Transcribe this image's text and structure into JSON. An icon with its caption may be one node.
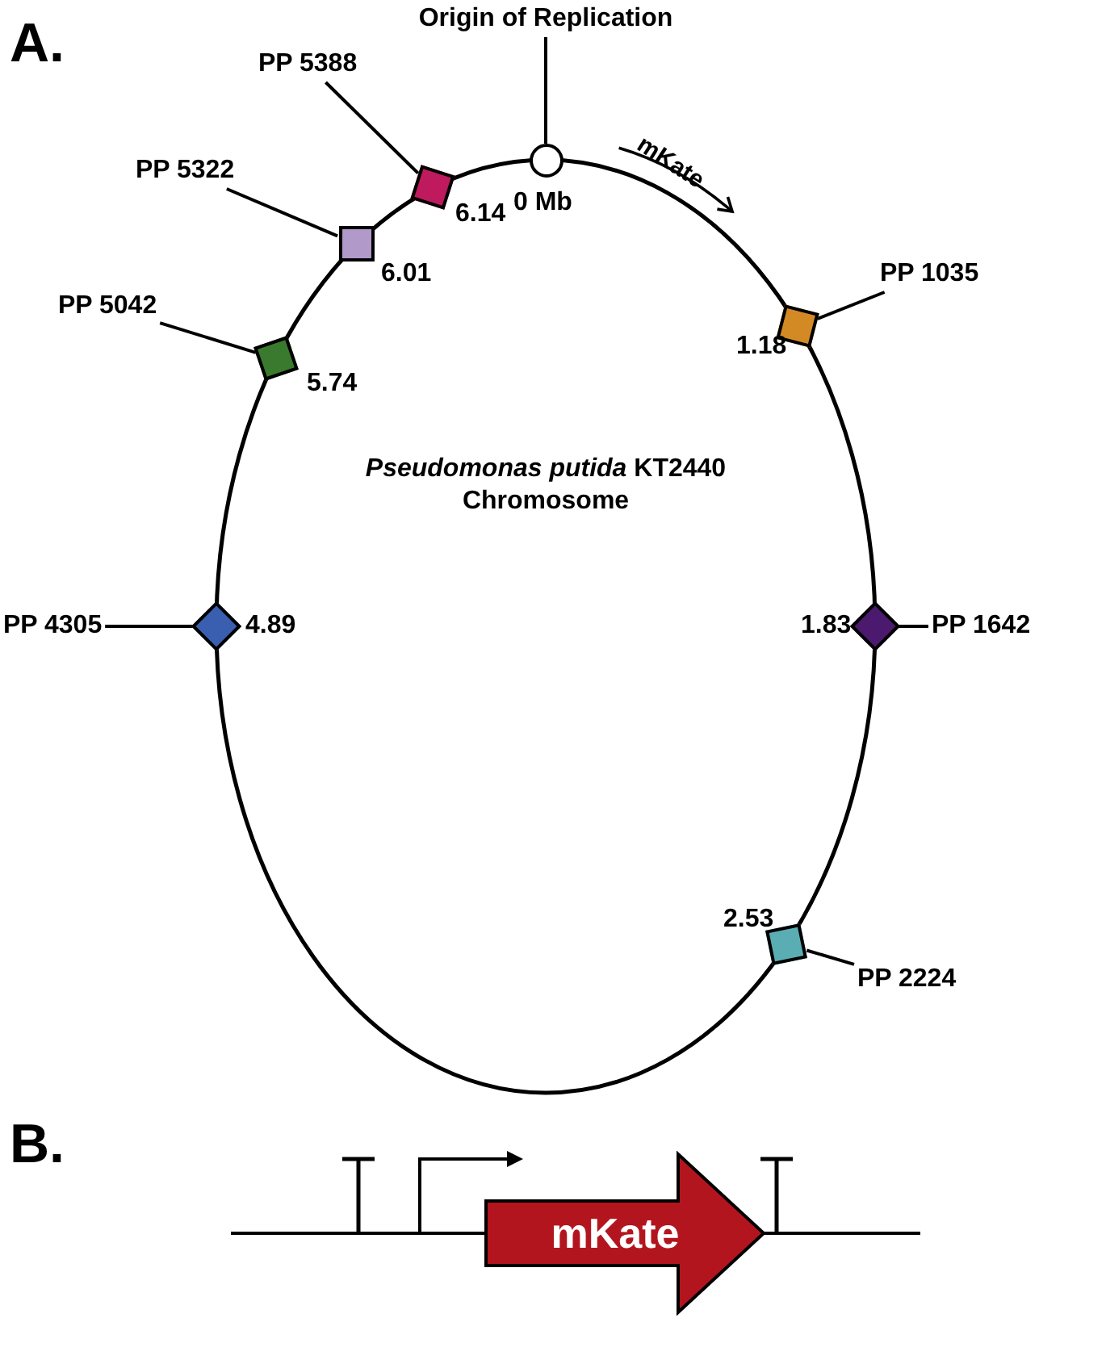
{
  "diagram": {
    "nodes": [
      {
        "text": [
          "*Pseudomonas putida* KT2440 Chromosome"
        ]
      },
      {
        "text": [
          "Origin of Replication"
        ]
      },
      {
        "text": [],
        "shape": "circle",
        "beside": [
          "0 Mb"
        ]
      },
      {
        "text": [
          "PP 1035"
        ]
      },
      {
        "text": [],
        "shape": "diamond",
        "beside": [
          "1.18"
        ]
      },
      {
        "text": [
          "PP 1642"
        ]
      },
      {
        "text": [],
        "shape": "diamond",
        "beside": [
          "1.83"
        ]
      },
      {
        "text": [
          "PP 2224"
        ]
      },
      {
        "text": [],
        "shape": "diamond",
        "beside": [
          "2.53"
        ]
      },
      {
        "text": [
          "PP 4305"
        ]
      },
      {
        "text": [],
        "shape": "diamond",
        "beside": [
          "4.89"
        ]
      },
      {
        "text": [
          "PP 5042"
        ]
      },
      {
        "text": [],
        "shape": "diamond",
        "beside": [
          "5.74"
        ]
      },
      {
        "text": [
          "PP 5322"
        ]
      },
      {
        "text": [],
        "shape": "diamond",
        "beside": [
          "6.01"
        ]
      },
      {
        "text": [
          "PP 5388"
        ]
      },
      {
        "text": [],
        "shape": "diamond",
        "beside": [
          "6.14"
        ]
      },
      {
        "text": [
          "mKate"
        ]
      }
    ],
    "edges": [
      {
        "from": 1,
        "to": 2,
        "arrow": "none"
      },
      {
        "from": 3,
        "to": 4,
        "arrow": "none"
      },
      {
        "from": 5,
        "to": 6,
        "arrow": "none"
      },
      {
        "from": 7,
        "to": 8,
        "arrow": "none"
      },
      {
        "from": 9,
        "to": 10,
        "arrow": "none"
      },
      {
        "from": 11,
        "to": 12,
        "arrow": "none"
      },
      {
        "from": 13,
        "to": 14,
        "arrow": "none"
      },
      {
        "from": 15,
        "to": 16,
        "arrow": "none"
      }
    ],
    "labels": [
      "A.",
      "mKate",
      "B."
    ]
  }
}
